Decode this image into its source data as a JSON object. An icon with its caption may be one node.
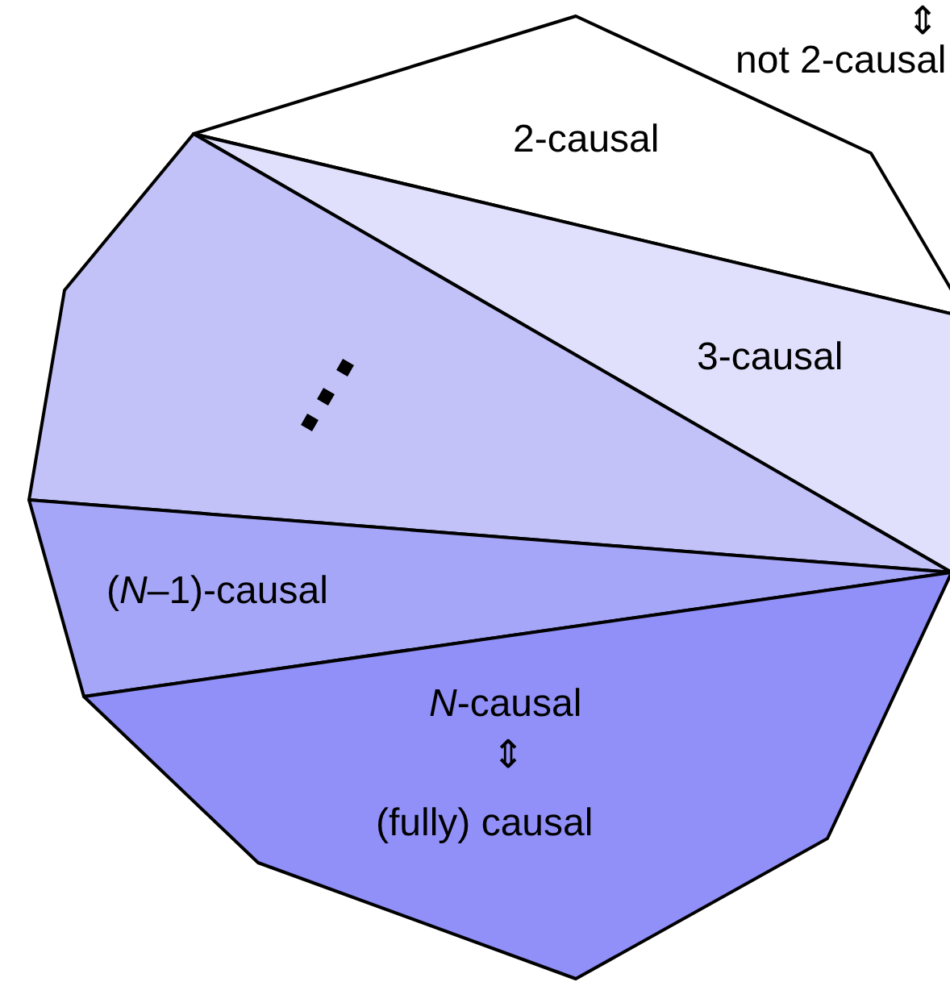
{
  "diagram": {
    "nodes": [
      {
        "text": [
          "2-causal"
        ]
      },
      {
        "text": [
          "3-causal"
        ]
      },
      {
        "text": [],
        "shape": "box"
      },
      {
        "text": [
          "(*N*–1)-causal"
        ]
      },
      {
        "text": [
          "*N*-causal",
          "⇕",
          "(fully) causal"
        ]
      }
    ],
    "labels": [
      "⇕",
      "not 2-causal"
    ]
  }
}
